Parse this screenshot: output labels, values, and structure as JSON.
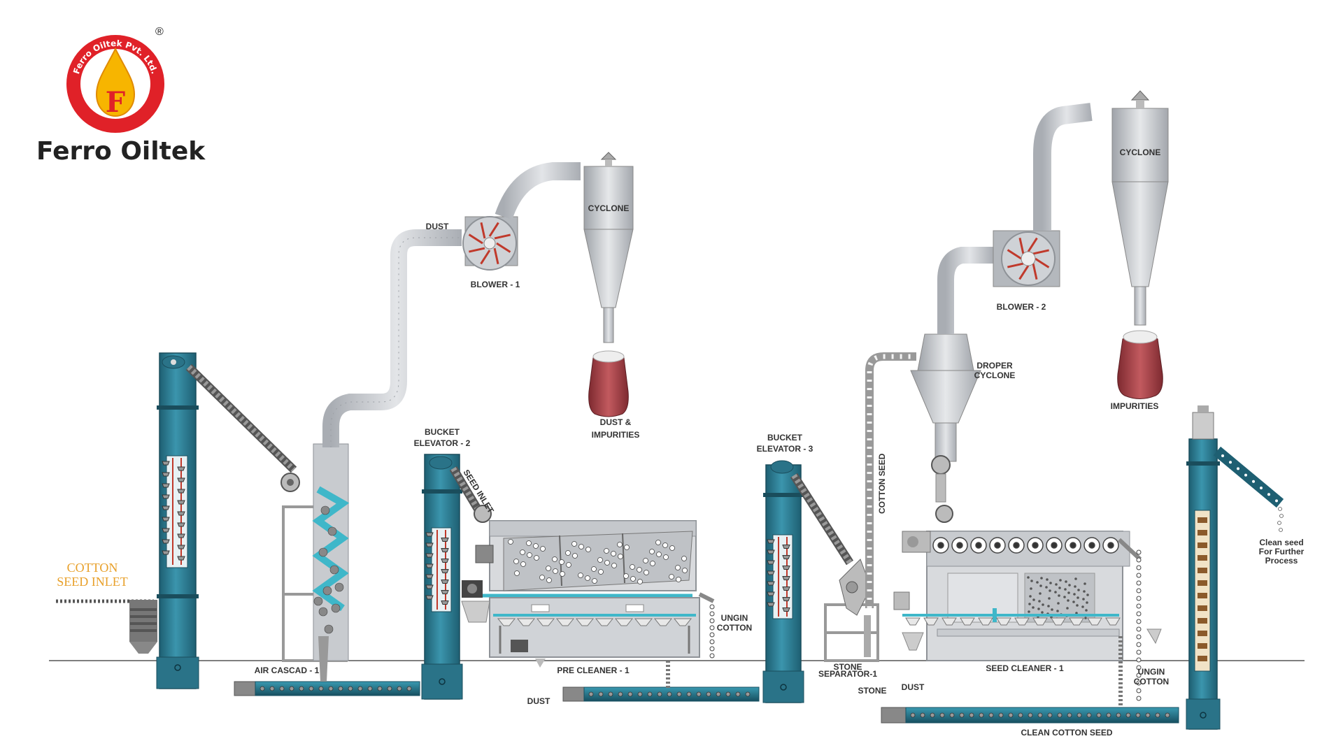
{
  "brand": {
    "name": "Ferro Oiltek",
    "ring_text": "Ferro Oiltek Pvt. Ltd.",
    "registered_mark": "®",
    "colors": {
      "ring": "#e02128",
      "drop": "#f7b500",
      "drop_dark": "#e08a00",
      "text": "#222222"
    }
  },
  "colors": {
    "elevator": "#2f7f96",
    "elevator_dark": "#1e5f72",
    "duct": "#c9ccd1",
    "machine": "#d8dadd",
    "bag": "#a8454a",
    "conveyor": "#1d6b82",
    "accent": "#3fb7c9",
    "blower_red": "#c0392b"
  },
  "labels": {
    "cotton_inlet_1": "COTTON",
    "cotton_inlet_2": "SEED INLET",
    "dust_top": "DUST",
    "blower1": "BLOWER - 1",
    "cyclone1": "CYCLONE",
    "dust_impurities_1": "DUST &",
    "dust_impurities_2": "IMPURITIES",
    "bucket_elevator2_1": "BUCKET",
    "bucket_elevator2_2": "ELEVATOR - 2",
    "seed_inlet": "SEED INLET",
    "ungin_cotton_1a": "UNGIN",
    "ungin_cotton_1b": "COTTON",
    "air_cascade": "AIR CASCAD - 1",
    "pre_cleaner": "PRE CLEANER - 1",
    "dust_bottom": "DUST",
    "bucket_elevator3_1": "BUCKET",
    "bucket_elevator3_2": "ELEVATOR - 3",
    "cotton_seed": "COTTON SEED",
    "stone_separator_1": "STONE",
    "stone_separator_2": "SEPARATOR-1",
    "stone": "STONE",
    "dust_right": "DUST",
    "droper_cyclone_1": "DROPER",
    "droper_cyclone_2": "CYCLONE",
    "blower2": "BLOWER - 2",
    "cyclone2": "CYCLONE",
    "impurities": "IMPURITIES",
    "seed_cleaner": "SEED CLEANER - 1",
    "ungin_cotton_2a": "UNGIN",
    "ungin_cotton_2b": "COTTON",
    "clean_cotton_seed": "CLEAN COTTON SEED",
    "clean_seed_1": "Clean seed",
    "clean_seed_2": "For Further",
    "clean_seed_3": "Process"
  }
}
